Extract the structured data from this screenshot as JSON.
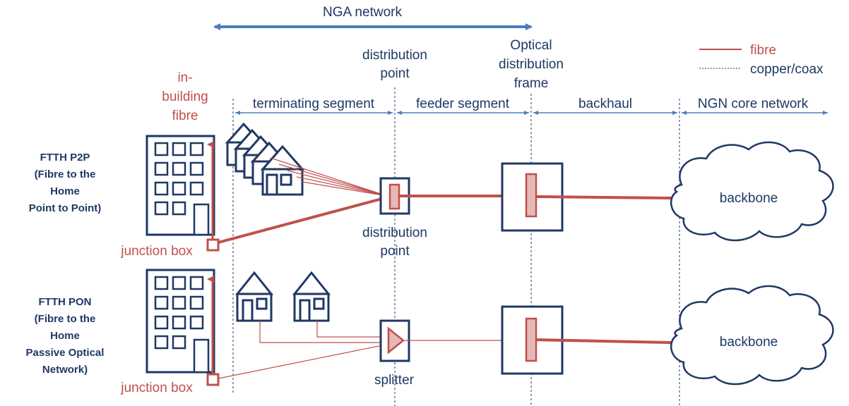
{
  "header": {
    "nga_network": "NGA network"
  },
  "labels": {
    "distribution_point_top": [
      "distribution",
      "point"
    ],
    "optical_distribution_frame": [
      "Optical",
      "distribution",
      "frame"
    ],
    "in_building_fibre": [
      "in-",
      "building",
      "fibre"
    ],
    "distribution_point_bottom": [
      "distribution",
      "point"
    ],
    "splitter": "splitter",
    "junction_box_p2p": "junction box",
    "junction_box_pon": "junction box",
    "backbone_top": "backbone",
    "backbone_bottom": "backbone"
  },
  "segments": {
    "terminating": "terminating segment",
    "feeder": "feeder segment",
    "backhaul": "backhaul",
    "ngn_core": "NGN core network"
  },
  "legend": {
    "fibre": "fibre",
    "copper_coax": "copper/coax"
  },
  "rows": {
    "p2p": [
      "FTTH P2P",
      "(Fibre to the",
      "Home",
      "Point to Point)"
    ],
    "pon": [
      "FTTH PON",
      "(Fibre to the",
      "Home",
      "Passive Optical",
      "Network)"
    ]
  },
  "colors": {
    "blue": "#1f3864",
    "red": "#c0504d",
    "arrow_blue": "#4a7ebb",
    "box_fill": "#e6b9b8"
  }
}
